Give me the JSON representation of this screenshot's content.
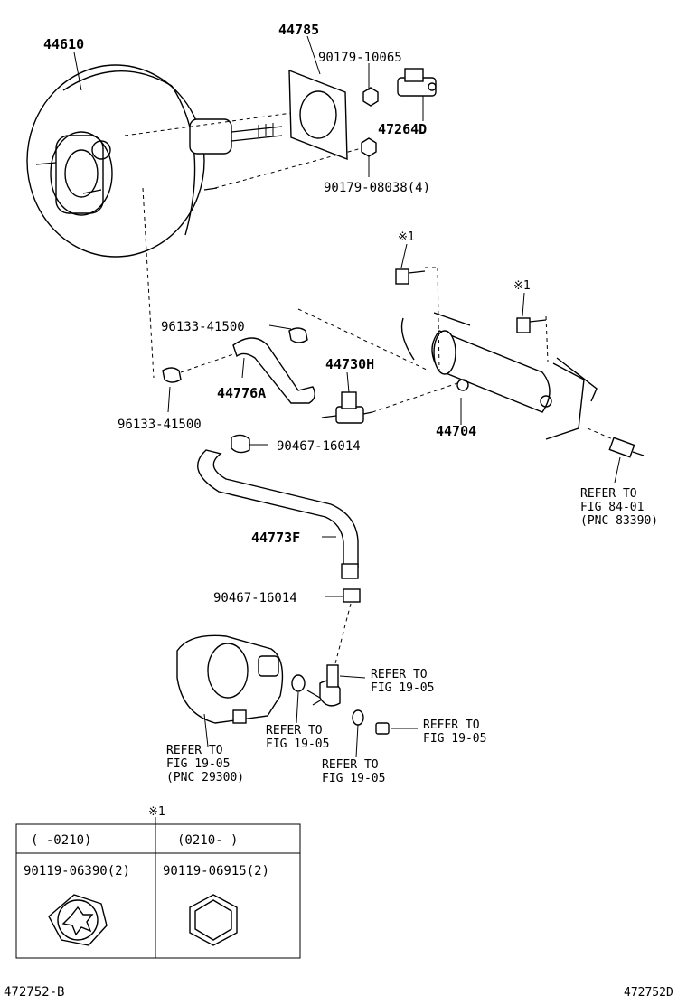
{
  "labels": {
    "p44610": "44610",
    "p44785": "44785",
    "p90179_10065": "90179-10065",
    "p47264D": "47264D",
    "p90179_08038": "90179-08038(4)",
    "note1a": "※1",
    "note1b": "※1",
    "p96133_41500a": "96133-41500",
    "p44730H": "44730H",
    "p44776A": "44776A",
    "p96133_41500b": "96133-41500",
    "p44704": "44704",
    "p90467_16014a": "90467-16014",
    "ref84_l1": "REFER TO",
    "ref84_l2": "FIG 84-01",
    "ref84_l3": "(PNC 83390)",
    "p44773F": "44773F",
    "p90467_16014b": "90467-16014",
    "refA_l1": "REFER TO",
    "refA_l2": "FIG 19-05",
    "refB_l1": "REFER TO",
    "refB_l2": "FIG 19-05",
    "refC_l1": "REFER TO",
    "refC_l2": "FIG 19-05",
    "refD_l1": "REFER TO",
    "refD_l2": "FIG 19-05",
    "refE_l1": "REFER TO",
    "refE_l2": "FIG 19-05",
    "refE_l3": "(PNC 29300)",
    "note1c": "※1"
  },
  "table": {
    "col1_header": "(    -0210)",
    "col2_header": "(0210-     )",
    "col1_part": "90119-06390(2)",
    "col2_part": "90119-06915(2)"
  },
  "footer": {
    "left_code": "472752-B",
    "right_code": "472752D"
  }
}
